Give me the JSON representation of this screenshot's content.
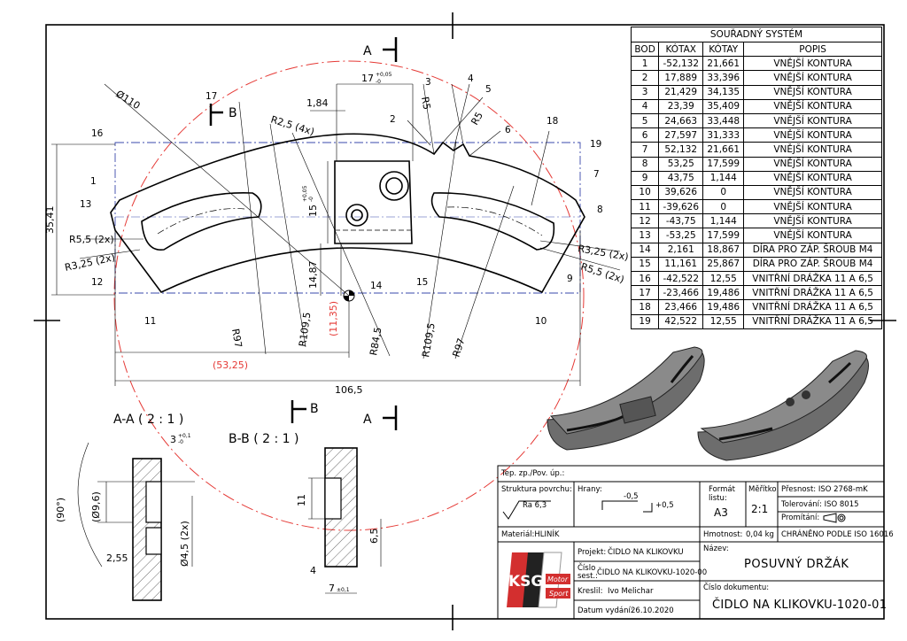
{
  "section_marks": {
    "a_top": "A",
    "a_bottom": "A",
    "b_top": "B",
    "b_bottom": "B"
  },
  "dimensions": {
    "d110": "Ø110",
    "w17": "17",
    "w17_tol_upper": "+0,05",
    "w17_tol_lower": "-0",
    "w184": "1,84",
    "r25": "R2,5 (4x)",
    "r5a": "R5",
    "r5b": "R5",
    "h15": "15",
    "h15_tol_upper": "+0,05",
    "h15_tol_lower": "-0",
    "h3541": "35,41",
    "h1487": "14,87",
    "h1135": "(11,35)",
    "r55_left": "R5,5 (2x)",
    "r325_left": "R3,25 (2x)",
    "r325_right": "R3,25 (2x)",
    "r55_right": "R5,5 (2x)",
    "r1095_left": "R109,5",
    "r845": "R84,5",
    "r1095_right": "R109,5",
    "r97_left": "R97",
    "r97_right": "R97",
    "w5325": "(53,25)",
    "w1065": "106,5"
  },
  "point_labels": [
    "1",
    "2",
    "3",
    "4",
    "5",
    "6",
    "7",
    "8",
    "9",
    "10",
    "11",
    "12",
    "13",
    "14",
    "15",
    "16",
    "17",
    "18",
    "19"
  ],
  "coord_table": {
    "title": "SOUŘADNÝ SYSTÉM",
    "headers": [
      "BOD",
      "KÓTAX",
      "KÓTAY",
      "POPIS"
    ],
    "rows": [
      [
        "1",
        "-52,132",
        "21,661",
        "VNĚJŠÍ KONTURA"
      ],
      [
        "2",
        "17,889",
        "33,396",
        "VNĚJŠÍ KONTURA"
      ],
      [
        "3",
        "21,429",
        "34,135",
        "VNĚJŠÍ KONTURA"
      ],
      [
        "4",
        "23,39",
        "35,409",
        "VNĚJŠÍ KONTURA"
      ],
      [
        "5",
        "24,663",
        "33,448",
        "VNĚJŠÍ KONTURA"
      ],
      [
        "6",
        "27,597",
        "31,333",
        "VNĚJŠÍ KONTURA"
      ],
      [
        "7",
        "52,132",
        "21,661",
        "VNĚJŠÍ KONTURA"
      ],
      [
        "8",
        "53,25",
        "17,599",
        "VNĚJŠÍ KONTURA"
      ],
      [
        "9",
        "43,75",
        "1,144",
        "VNĚJŠÍ KONTURA"
      ],
      [
        "10",
        "39,626",
        "0",
        "VNĚJŠÍ KONTURA"
      ],
      [
        "11",
        "-39,626",
        "0",
        "VNĚJŠÍ KONTURA"
      ],
      [
        "12",
        "-43,75",
        "1,144",
        "VNĚJŠÍ KONTURA"
      ],
      [
        "13",
        "-53,25",
        "17,599",
        "VNĚJŠÍ KONTURA"
      ],
      [
        "14",
        "2,161",
        "18,867",
        "DÍRA PRO ZÁP. ŠROUB M4"
      ],
      [
        "15",
        "11,161",
        "25,867",
        "DÍRA PRO ZÁP. ŠROUB M4"
      ],
      [
        "16",
        "-42,522",
        "12,55",
        "VNITŘNÍ DRÁŽKA 11 A 6,5"
      ],
      [
        "17",
        "-23,466",
        "19,486",
        "VNITŘNÍ DRÁŽKA 11 A 6,5"
      ],
      [
        "18",
        "23,466",
        "19,486",
        "VNITŘNÍ DRÁŽKA 11 A 6,5"
      ],
      [
        "19",
        "42,522",
        "12,55",
        "VNITŘNÍ DRÁŽKA 11 A 6,5"
      ]
    ]
  },
  "section_aa": {
    "title": "A-A ( 2 : 1 )",
    "angle": "(90°)",
    "d96": "(Ø9,6)",
    "d45": "Ø4,5 (2x)",
    "w255": "2,55",
    "w3": "3",
    "w3_tol_upper": "+0,1",
    "w3_tol_lower": "-0"
  },
  "section_bb": {
    "title": "B-B ( 2 : 1 )",
    "h11": "11",
    "h65": "6,5",
    "w4": "4",
    "w7": "7",
    "w7_tol": "±0,1"
  },
  "title_block": {
    "surface_note": "Tep. zp./Pov. úp.:",
    "surface_label": "Struktura povrchu:",
    "ra": "Ra 6,3",
    "edges_label": "Hrany:",
    "edge_minus": "-0,5",
    "edge_plus": "+0,5",
    "format_label": "Formát listu:",
    "format_value": "A3",
    "scale_label": "Měřítko:",
    "scale_value": "2:1",
    "accuracy": "Přesnost: ISO 2768-mK",
    "tolerancing": "Tolerování: ISO 8015",
    "projection": "Promítání:",
    "material": "Materiál:HLINÍK",
    "mass_label": "Hmotnost:",
    "mass_value": "0,04 kg",
    "protected": "CHRÁNĚNO PODLE ISO 16016",
    "project_label": "Projekt:",
    "project_value": "ČIDLO NA KLIKOVKU",
    "assembly_label": "Číslo sest.:",
    "assembly_value": "ČIDLO NA KLIKOVKU-1020-00",
    "drawn_label": "Kreslil:",
    "drawn_value": "Ivo Melichar",
    "date_label": "Datum vydání:",
    "date_value": "26.10.2020",
    "name_label": "Název:",
    "name_value": "POSUVNÝ DRŽÁK",
    "docnum_label": "Číslo dokumentu:",
    "docnum_value": "ČIDLO NA KLIKOVKU-1020-01",
    "logo_ksg": "KSG",
    "logo_motor": "Motor",
    "logo_sport": "Sport"
  }
}
